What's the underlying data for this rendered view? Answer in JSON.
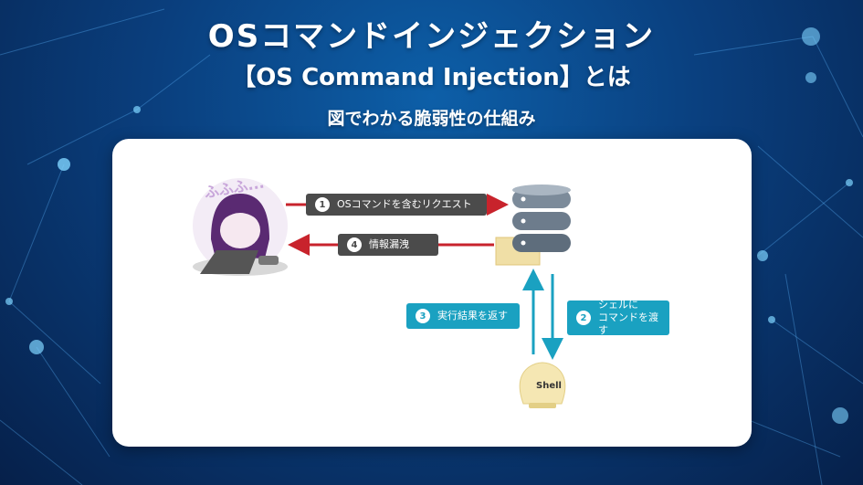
{
  "title": {
    "line1": "OSコマンドインジェクション",
    "line2": "【OS Command Injection】とは",
    "line3": "図でわかる脆弱性の仕組み"
  },
  "diagram": {
    "attacker_text": "ふふふ...",
    "steps": [
      {
        "num": "1",
        "label": "OSコマンドを含むリクエスト"
      },
      {
        "num": "4",
        "label": "情報漏洩"
      },
      {
        "num": "3",
        "label": "実行結果を返す"
      },
      {
        "num": "2",
        "label": "シェルに\nコマンドを渡す"
      }
    ],
    "shell_label": "Shell"
  },
  "colors": {
    "red_arrow": "#c8232c",
    "teal": "#1aa1c1",
    "dark_pill": "#4b4b4b",
    "server": "#6d7c8c",
    "folder": "#f0dfa6"
  }
}
